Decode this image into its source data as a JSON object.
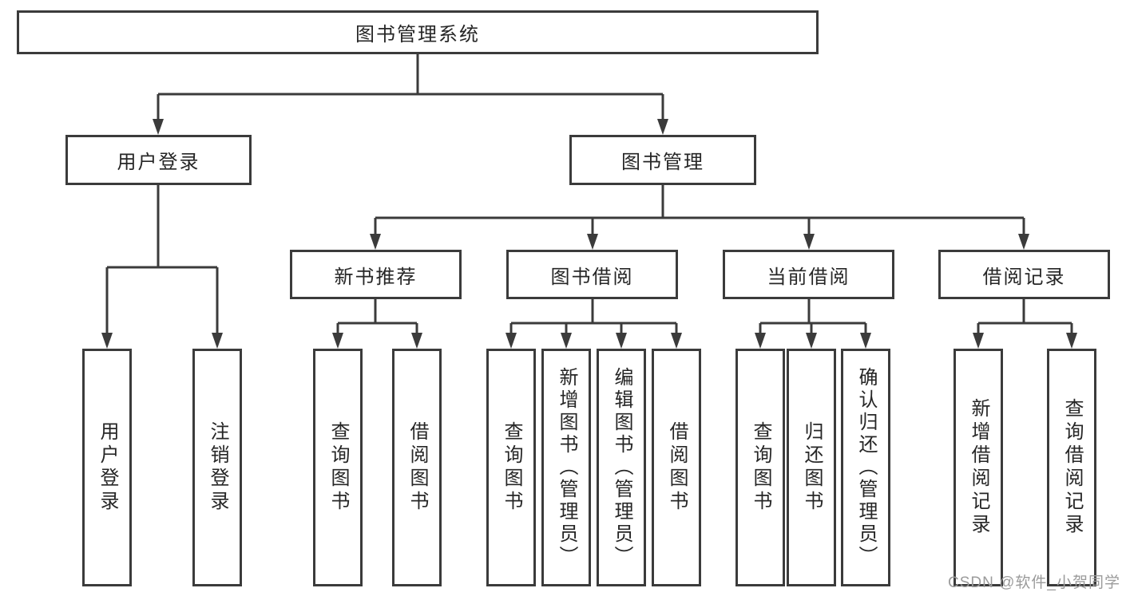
{
  "diagram": {
    "root": "图书管理系统",
    "branches": [
      {
        "label": "用户登录",
        "children": [
          "用户登录",
          "注销登录"
        ]
      },
      {
        "label": "图书管理",
        "children": [
          {
            "label": "新书推荐",
            "children": [
              "查询图书",
              "借阅图书"
            ]
          },
          {
            "label": "图书借阅",
            "children": [
              "查询图书",
              "新增图书（管理员）",
              "编辑图书（管理员）",
              "借阅图书"
            ]
          },
          {
            "label": "当前借阅",
            "children": [
              "查询图书",
              "归还图书",
              "确认归还（管理员）"
            ]
          },
          {
            "label": "借阅记录",
            "children": [
              "新增借阅记录",
              "查询借阅记录"
            ]
          }
        ]
      }
    ]
  },
  "watermark": {
    "text": "CSDN @软件_小贺同学"
  },
  "colors": {
    "line": "#3b3b3b",
    "text": "#262626",
    "background": "#ffffff",
    "watermark": "#9b9b9b"
  }
}
